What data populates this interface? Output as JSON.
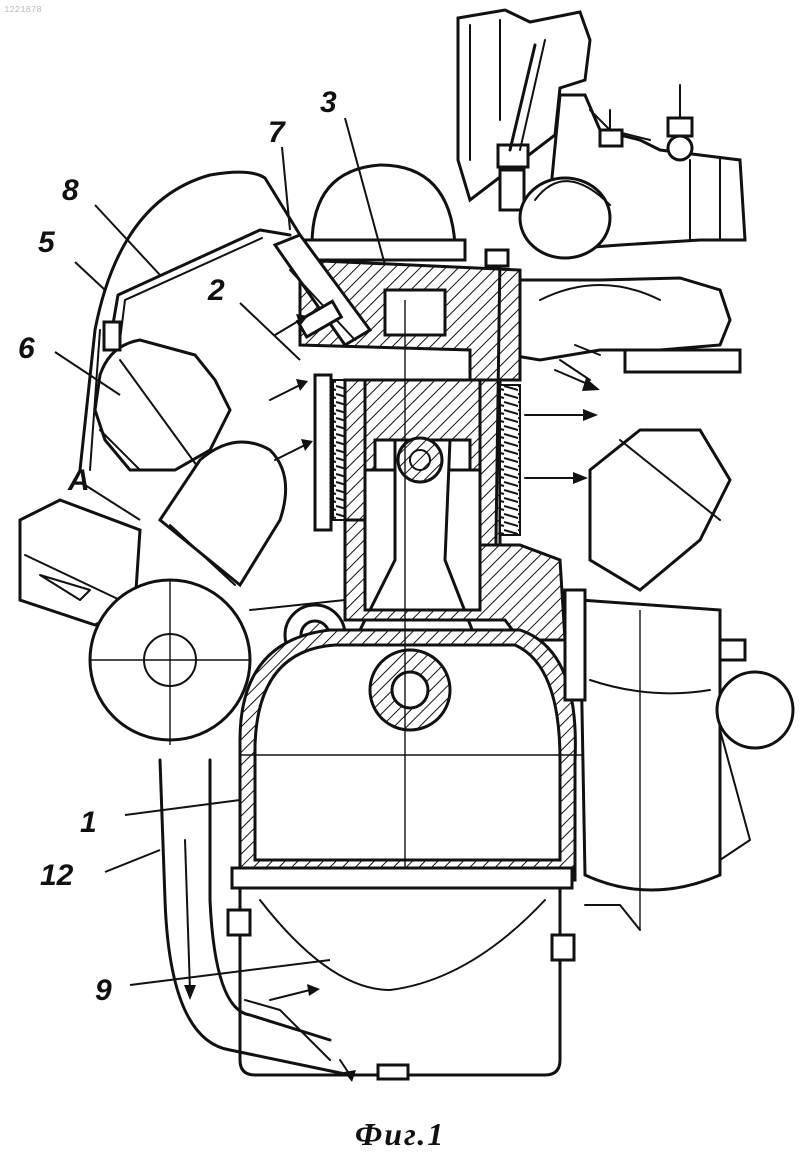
{
  "corner_mark": "1221878",
  "caption": "Фиг.1",
  "callouts": [
    {
      "id": "1",
      "text": "1"
    },
    {
      "id": "2",
      "text": "2"
    },
    {
      "id": "3",
      "text": "3"
    },
    {
      "id": "5",
      "text": "5"
    },
    {
      "id": "6",
      "text": "6"
    },
    {
      "id": "7",
      "text": "7"
    },
    {
      "id": "8",
      "text": "8"
    },
    {
      "id": "9",
      "text": "9"
    },
    {
      "id": "12",
      "text": "12"
    },
    {
      "id": "A",
      "text": "A"
    }
  ]
}
